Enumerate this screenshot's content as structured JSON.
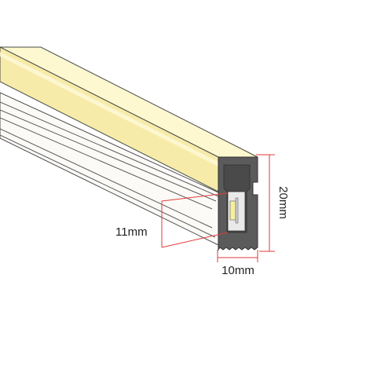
{
  "dimensions": {
    "height_label": "20mm",
    "width_label": "10mm",
    "inner_label": "11mm"
  },
  "colors": {
    "glow_face": "#fdf8cf",
    "glow_front": "#f6eba8",
    "glow_edge": "#eddc8a",
    "body_white": "#fbfaf7",
    "outline": "#4a4a4a",
    "end_cap": "#5b5b5b",
    "end_cap_inner": "#3e3e3e",
    "led_chip": "#f6f0a0",
    "dimension_line": "#e23a3a"
  },
  "icons": {
    "product": "led-neon-strip-profile"
  }
}
